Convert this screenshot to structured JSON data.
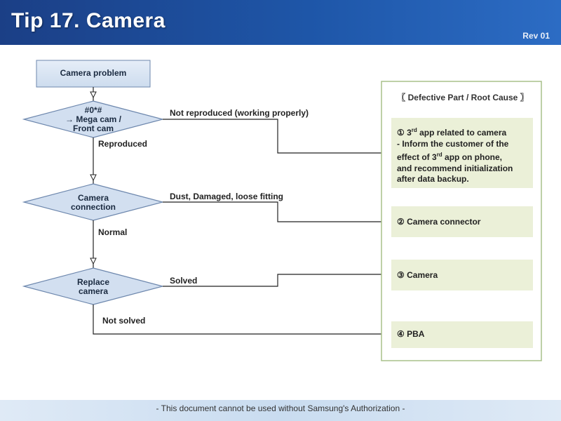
{
  "header": {
    "title": "Tip 17. Camera",
    "revision": "Rev 01"
  },
  "footer": {
    "text": "- This document cannot be used without Samsung's Authorization -"
  },
  "flow": {
    "start": "Camera problem",
    "decision1": {
      "line1": "#0*#",
      "line2": "→ Mega cam /",
      "line3": "Front cam"
    },
    "decision2": {
      "line1": "Camera",
      "line2": "connection"
    },
    "decision3": {
      "line1": "Replace",
      "line2": "camera"
    },
    "edges": {
      "d1_no": "Not reproduced (working properly)",
      "d1_yes": "Reproduced",
      "d2_fail": "Dust, Damaged, loose fitting",
      "d2_ok": "Normal",
      "d3_ok": "Solved",
      "d3_fail": "Not solved"
    }
  },
  "panel": {
    "title": "〖 Defective Part / Root Cause 〗",
    "cause1": {
      "num": "①",
      "pre1": " 3",
      "sup1": "rd",
      "post1": " app related to camera",
      "line2": "- Inform the customer of the",
      "pre3": "effect of 3",
      "sup3": "rd",
      "post3": " app on phone,",
      "line4": "and recommend initialization",
      "line5": "after data backup."
    },
    "cause2": {
      "num": "②",
      "label": " Camera connector"
    },
    "cause3": {
      "num": "③",
      "label": " Camera"
    },
    "cause4": {
      "num": "④",
      "label": " PBA"
    }
  }
}
